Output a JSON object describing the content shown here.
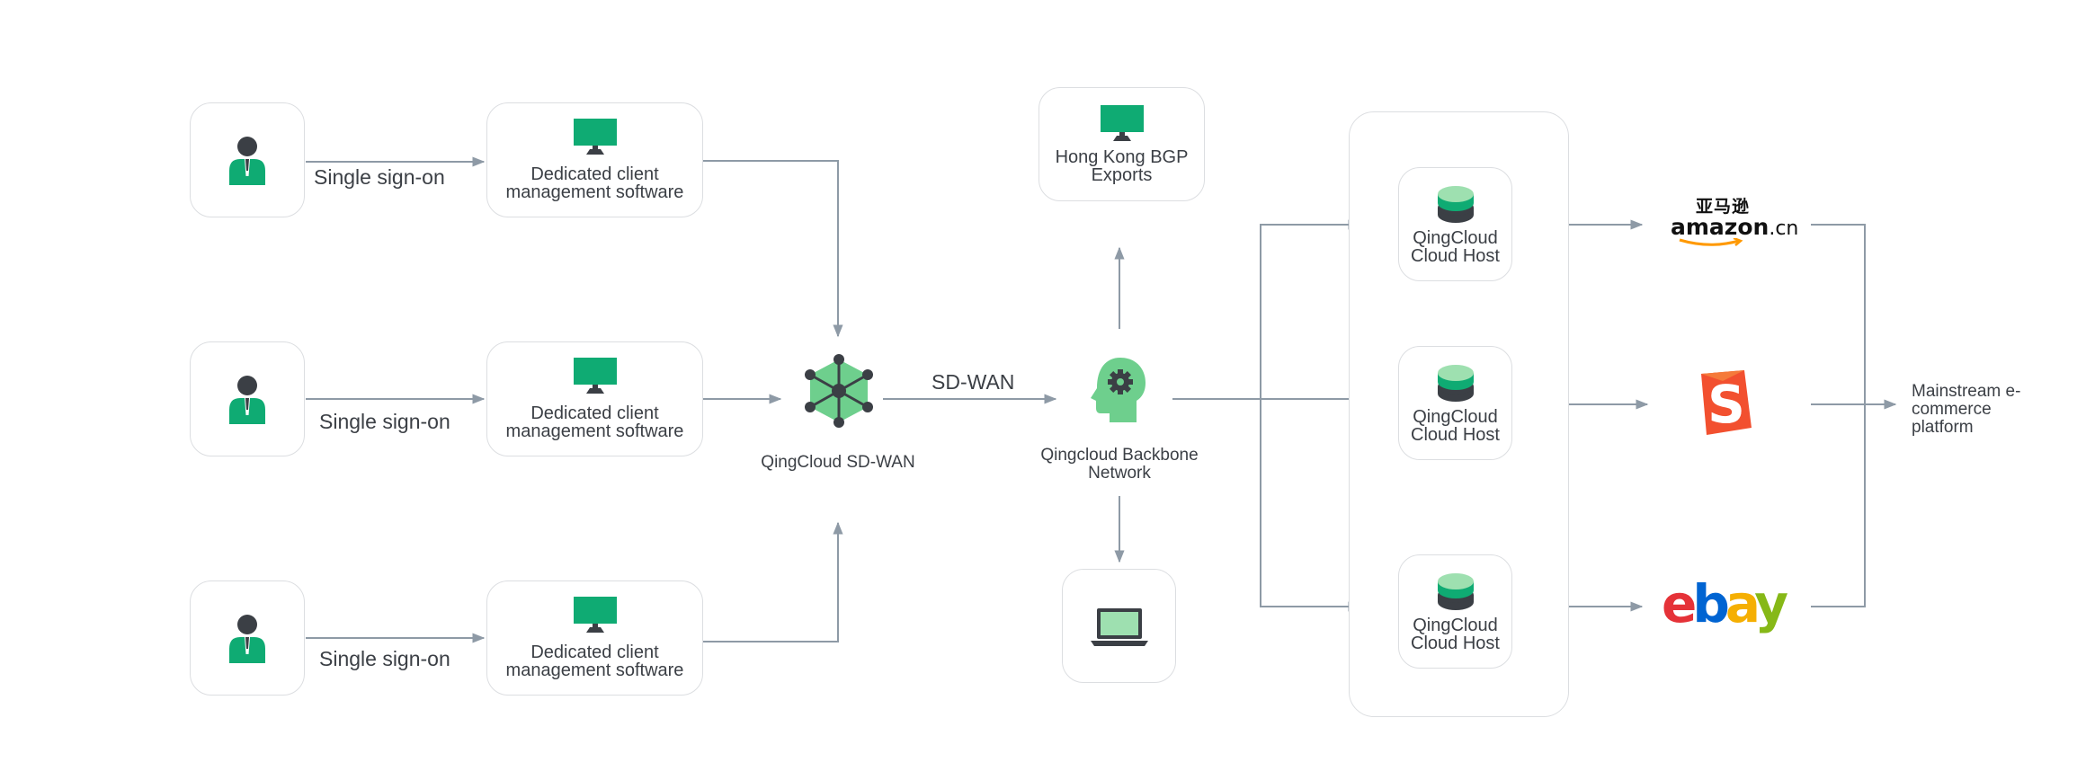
{
  "colors": {
    "accent_green": "#0fab73",
    "light_green": "#6ecf8d",
    "mint": "#9ee0b0",
    "dark_gray": "#3b3f45",
    "line_gray": "#8e9aa6",
    "border_gray": "#dcdee1"
  },
  "users": [
    {
      "icon": "user-icon",
      "sso_label": "Single sign-on",
      "software_label": "Dedicated client management software",
      "software_icon": "monitor-icon"
    },
    {
      "icon": "user-icon",
      "sso_label": "Single sign-on",
      "software_label": "Dedicated client management software",
      "software_icon": "monitor-icon"
    },
    {
      "icon": "user-icon",
      "sso_label": "Single sign-on",
      "software_label": "Dedicated client management software",
      "software_icon": "monitor-icon"
    }
  ],
  "sdwan": {
    "icon": "network-hub-icon",
    "label": "QingCloud SD-WAN",
    "link_label": "SD-WAN"
  },
  "backbone": {
    "icon": "head-gear-icon",
    "label": "Qingcloud Backbone Network"
  },
  "bgp": {
    "icon": "monitor-icon",
    "label": "Hong Kong BGP Exports"
  },
  "laptop": {
    "icon": "laptop-icon"
  },
  "hosts": [
    {
      "icon": "database-icon",
      "label": "QingCloud Cloud Host"
    },
    {
      "icon": "database-icon",
      "label": "QingCloud Cloud Host"
    },
    {
      "icon": "database-icon",
      "label": "QingCloud Cloud Host"
    }
  ],
  "platforms": [
    {
      "name": "amazon-cn-logo",
      "text_cn": "亚马逊",
      "text": "amazon",
      "suffix": ".cn"
    },
    {
      "name": "shopee-logo",
      "text": "S"
    },
    {
      "name": "ebay-logo",
      "letters": [
        "e",
        "b",
        "a",
        "y"
      ],
      "letter_colors": [
        "#e53238",
        "#0064d2",
        "#f5af02",
        "#86b817"
      ]
    }
  ],
  "destination": {
    "label": "Mainstream e-commerce platform"
  }
}
